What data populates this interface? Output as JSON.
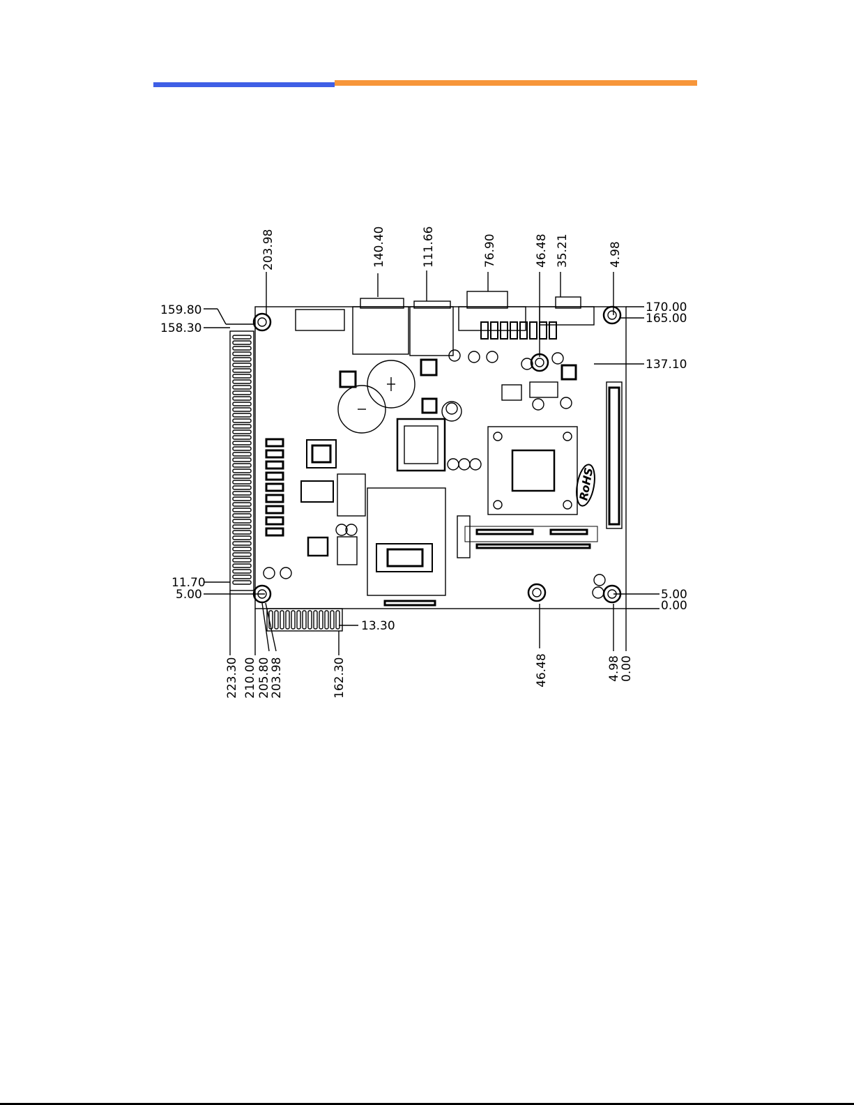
{
  "header": {
    "bar_left_color": "#3f5fe6",
    "bar_right_color": "#f7963a"
  },
  "diagram": {
    "top_dimensions": [
      "203.98",
      "140.40",
      "111.66",
      "76.90",
      "46.48",
      "35.21",
      "4.98"
    ],
    "right_dimensions": [
      "170.00",
      "165.00",
      "137.10",
      "5.00",
      "0.00"
    ],
    "left_dimensions": [
      "159.80",
      "158.30",
      "11.70",
      "5.00"
    ],
    "bottom_dimensions": [
      "223.30",
      "210.00",
      "205.80",
      "203.98",
      "162.30",
      "46.48",
      "4.98",
      "0.00"
    ],
    "edge_connector_label": "13.30",
    "rohs_logo": "RoHS"
  }
}
